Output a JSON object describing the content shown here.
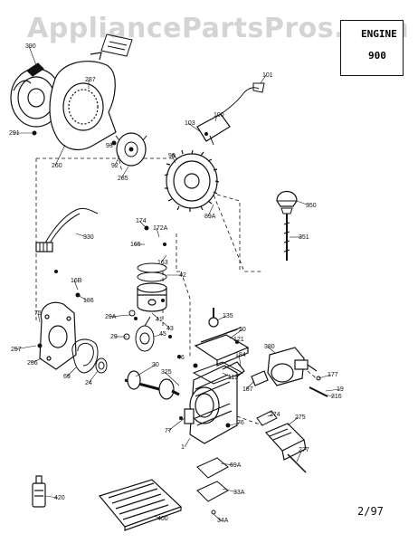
{
  "watermark": "AppliancePartsPros.com",
  "engine_box": {
    "title": "ENGINE",
    "number": "900"
  },
  "date": "2/97",
  "parts": [
    {
      "key": "p390",
      "label": "390"
    },
    {
      "key": "p287",
      "label": "287"
    },
    {
      "key": "p291",
      "label": "291"
    },
    {
      "key": "p260",
      "label": "260"
    },
    {
      "key": "p93",
      "label": "93"
    },
    {
      "key": "p92",
      "label": "92"
    },
    {
      "key": "p285",
      "label": "285"
    },
    {
      "key": "p101",
      "label": "101"
    },
    {
      "key": "p103",
      "label": "103"
    },
    {
      "key": "p100",
      "label": "100"
    },
    {
      "key": "p90",
      "label": "90"
    },
    {
      "key": "p89A",
      "label": "89A"
    },
    {
      "key": "p350",
      "label": "350"
    },
    {
      "key": "p351",
      "label": "351"
    },
    {
      "key": "p330",
      "label": "330"
    },
    {
      "key": "p174",
      "label": "174"
    },
    {
      "key": "p172A",
      "label": "172A"
    },
    {
      "key": "p165",
      "label": "165"
    },
    {
      "key": "p163",
      "label": "163"
    },
    {
      "key": "p42",
      "label": "42"
    },
    {
      "key": "p16B",
      "label": "16B"
    },
    {
      "key": "p186",
      "label": "186"
    },
    {
      "key": "p41",
      "label": "41"
    },
    {
      "key": "p43",
      "label": "43"
    },
    {
      "key": "p29A",
      "label": "29A"
    },
    {
      "key": "p135",
      "label": "135"
    },
    {
      "key": "p29",
      "label": "29"
    },
    {
      "key": "p45",
      "label": "45"
    },
    {
      "key": "p121",
      "label": "121"
    },
    {
      "key": "p75",
      "label": "75"
    },
    {
      "key": "p257",
      "label": "257"
    },
    {
      "key": "p256",
      "label": "256"
    },
    {
      "key": "p69",
      "label": "69"
    },
    {
      "key": "p24",
      "label": "24"
    },
    {
      "key": "p46",
      "label": "46"
    },
    {
      "key": "p30",
      "label": "30"
    },
    {
      "key": "p325",
      "label": "325"
    },
    {
      "key": "p20",
      "label": "20"
    },
    {
      "key": "p380",
      "label": "380"
    },
    {
      "key": "p184",
      "label": "184"
    },
    {
      "key": "p119",
      "label": "119"
    },
    {
      "key": "p187",
      "label": "187"
    },
    {
      "key": "p177",
      "label": "177"
    },
    {
      "key": "p19",
      "label": "19"
    },
    {
      "key": "p216",
      "label": "216"
    },
    {
      "key": "p274",
      "label": "274"
    },
    {
      "key": "p275",
      "label": "275"
    },
    {
      "key": "p76",
      "label": "76"
    },
    {
      "key": "p77",
      "label": "77"
    },
    {
      "key": "p1",
      "label": "1"
    },
    {
      "key": "p277",
      "label": "277"
    },
    {
      "key": "p69A",
      "label": "69A"
    },
    {
      "key": "p33A",
      "label": "33A"
    },
    {
      "key": "p34A",
      "label": "34A"
    },
    {
      "key": "p420",
      "label": "420"
    },
    {
      "key": "p400",
      "label": "400"
    }
  ]
}
